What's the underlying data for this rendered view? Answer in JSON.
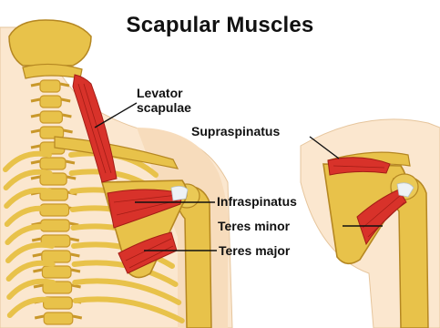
{
  "title": "Scapular Muscles",
  "labels": {
    "levator_line1": "Levator",
    "levator_line2": "scapulae",
    "supraspinatus": "Supraspinatus",
    "infraspinatus": "Infraspinatus",
    "teres_minor": "Teres minor",
    "teres_major": "Teres major"
  },
  "colors": {
    "skin": "#fbe7cf",
    "skin_shadow": "#f0d3b0",
    "bone": "#e8c24a",
    "bone_dark": "#c9982a",
    "muscle": "#d8322a",
    "muscle_dark": "#a31d16",
    "tendon": "#eef2f5",
    "background": "#ffffff"
  }
}
